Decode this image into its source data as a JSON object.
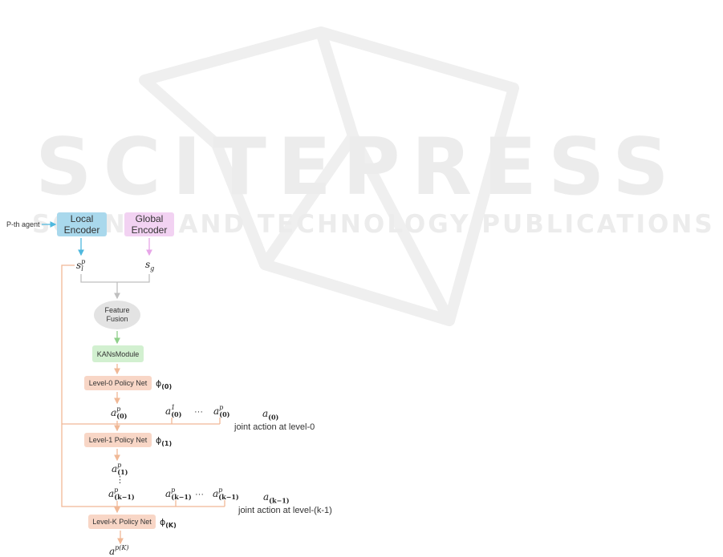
{
  "watermark": {
    "main": "SCITEPRESS",
    "sub": "SCIENCE AND TECHNOLOGY PUBLICATIONS"
  },
  "input_label": "P-th agent",
  "encoders": {
    "local": [
      "Local",
      "Encoder"
    ],
    "global": [
      "Global",
      "Encoder"
    ]
  },
  "states": {
    "local": {
      "base": "s",
      "sup": "p",
      "sub": "l"
    },
    "global": {
      "base": "s",
      "sub": "g"
    }
  },
  "fusion": [
    "Feature",
    "Fusion"
  ],
  "kans": "KANsModule",
  "levels": {
    "l0": {
      "policy": "Level-0 Policy Net",
      "phi": "ϕ",
      "phi_sub": "(0)",
      "own": {
        "base": "a",
        "sup": "p",
        "sub": "(0)"
      },
      "first": {
        "base": "a",
        "sup": "1",
        "sub": "(0)"
      },
      "last": {
        "base": "a",
        "sup": "p",
        "sub": "(0)"
      },
      "joint": {
        "base": "a",
        "sub": "(0)"
      },
      "joint_text": "joint action at level-0"
    },
    "l1": {
      "policy": "Level-1 Policy Net",
      "phi": "ϕ",
      "phi_sub": "(1)",
      "own": {
        "base": "a",
        "sup": "p",
        "sub": "(1)"
      }
    },
    "lk1": {
      "own": {
        "base": "a",
        "sup": "p",
        "sub": "(k−1)"
      },
      "first": {
        "base": "a",
        "sup": "p",
        "sub": "(k−1)"
      },
      "last": {
        "base": "a",
        "sup": "p",
        "sub": "(k−1)"
      },
      "joint": {
        "base": "a",
        "sub": "(k−1)"
      },
      "joint_text": "joint action at level-(k-1)"
    },
    "lk": {
      "policy": "Level-K Policy Net",
      "phi": "ϕ",
      "phi_sub": "(K)",
      "output": {
        "base": "a",
        "sup": "p(K)"
      }
    }
  },
  "ellipsis": "···",
  "vellipsis": "⋮",
  "colors": {
    "local_box": "#a9d8ec",
    "global_box": "#f2d2f2",
    "fusion": "#e3e3e3",
    "kans": "#d2f0d0",
    "policy": "#f8d6c6",
    "arrow_local": "#4fb8de",
    "arrow_global": "#e7a6e8",
    "arrow_gray": "#bfbfbf",
    "arrow_green": "#8fd08a",
    "arrow_orange": "#f0b896"
  }
}
